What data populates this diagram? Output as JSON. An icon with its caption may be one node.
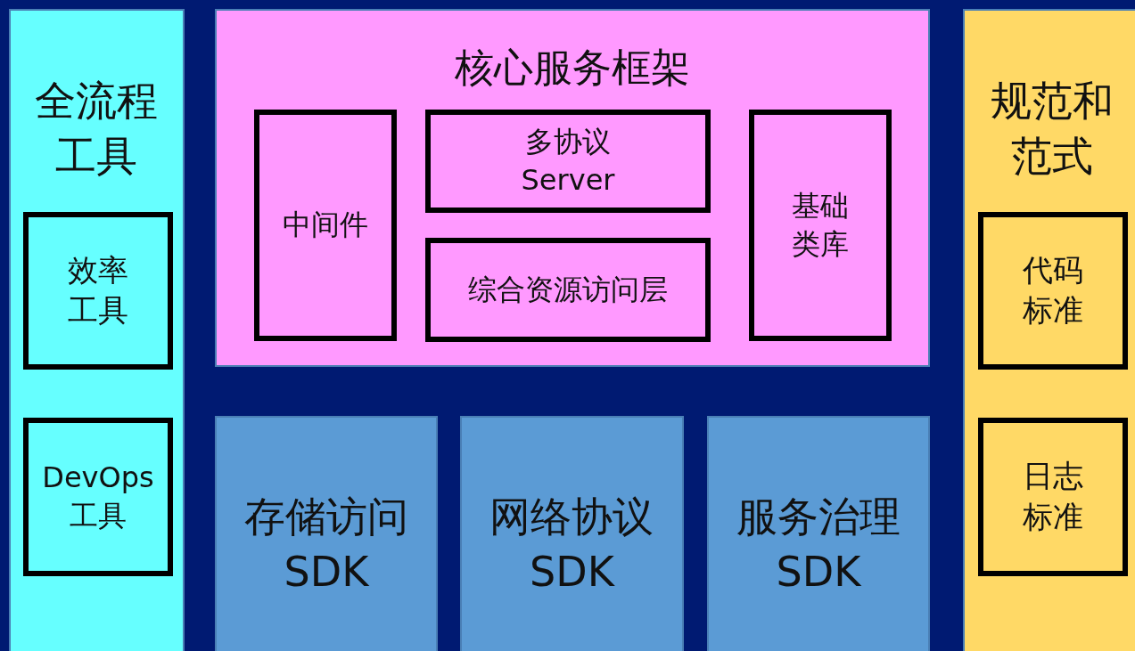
{
  "diagram": {
    "nodes": [
      {
        "text": [
          "全流程工具"
        ]
      },
      {
        "text": [
          "效率工具"
        ],
        "in": 0
      },
      {
        "text": [
          "DevOps 工具"
        ],
        "in": 0
      },
      {
        "text": [
          "核心服务框架"
        ]
      },
      {
        "text": [
          "中间件"
        ],
        "in": 3
      },
      {
        "text": [
          "多协议 Server"
        ],
        "in": 3
      },
      {
        "text": [
          "综合资源访问层"
        ],
        "in": 3
      },
      {
        "text": [
          "基础类库"
        ],
        "in": 3
      },
      {
        "text": [
          "存储访问 SDK"
        ]
      },
      {
        "text": [
          "网络协议 SDK"
        ]
      },
      {
        "text": [
          "服务治理 SDK"
        ]
      },
      {
        "text": [
          "规范和范式"
        ]
      },
      {
        "text": [
          "代码标准"
        ],
        "in": 11
      },
      {
        "text": [
          "日志标准"
        ],
        "in": 11
      }
    ]
  }
}
